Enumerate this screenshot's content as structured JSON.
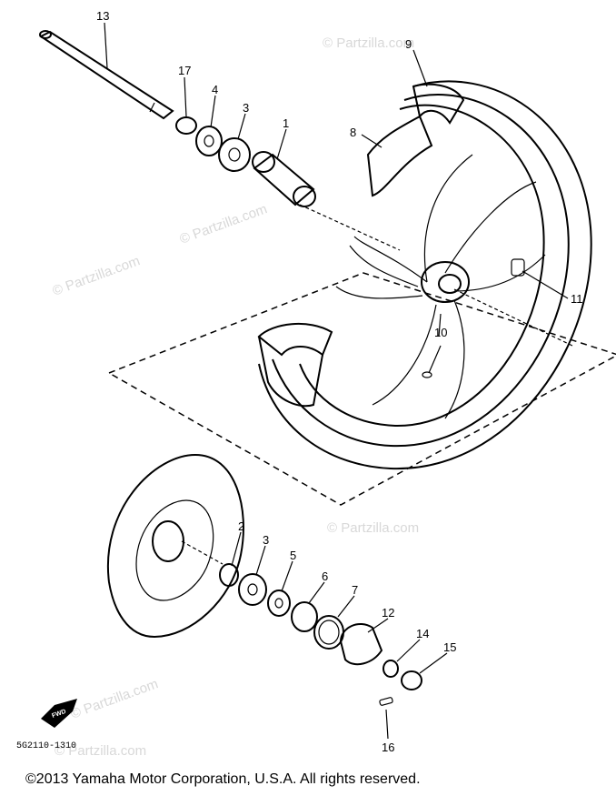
{
  "watermark": "© Partzilla.com",
  "copyright": "©2013  Yamaha Motor Corporation, U.S.A. All rights reserved.",
  "diagram_code": "5G2110-1310",
  "forward_arrow_label": "FWD",
  "callouts": [
    "13",
    "17",
    "4",
    "3",
    "1",
    "9",
    "8",
    "11",
    "10",
    "2",
    "3",
    "5",
    "6",
    "7",
    "12",
    "14",
    "15",
    "16"
  ]
}
